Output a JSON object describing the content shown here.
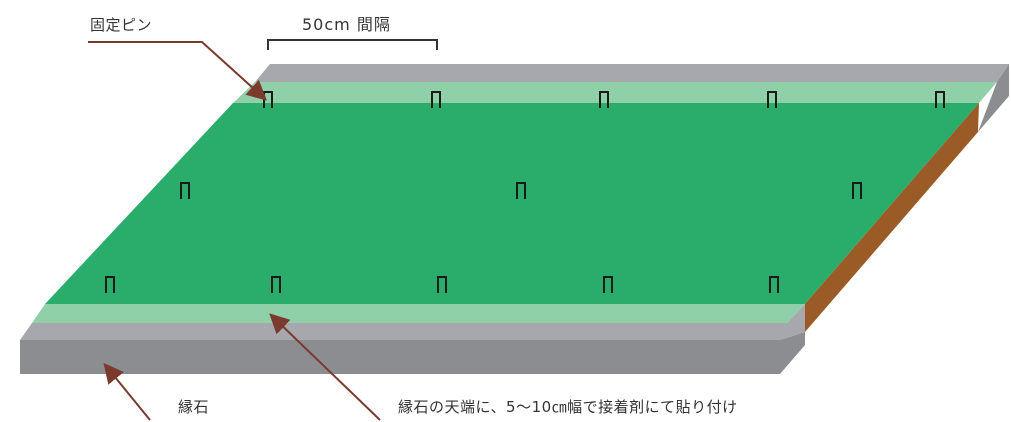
{
  "labels": {
    "fixing_pin": "固定ピン",
    "spacing": "50cm 間隔",
    "curb_stone": "縁石",
    "adhesive_note": "縁石の天端に、5〜10㎝幅で接着剤にて貼り付け"
  },
  "colors": {
    "turf": "#2aad6a",
    "adhesive_strip": "#8fd0a8",
    "curb_top": "#a7a8ad",
    "curb_front": "#8c8d91",
    "soil_edge": "#9b5b26",
    "pin": "#1a1a1a",
    "leader": "#7a3b2e"
  },
  "pins": {
    "top_row_count": 5,
    "middle_row_count": 3,
    "bottom_row_count": 5
  }
}
